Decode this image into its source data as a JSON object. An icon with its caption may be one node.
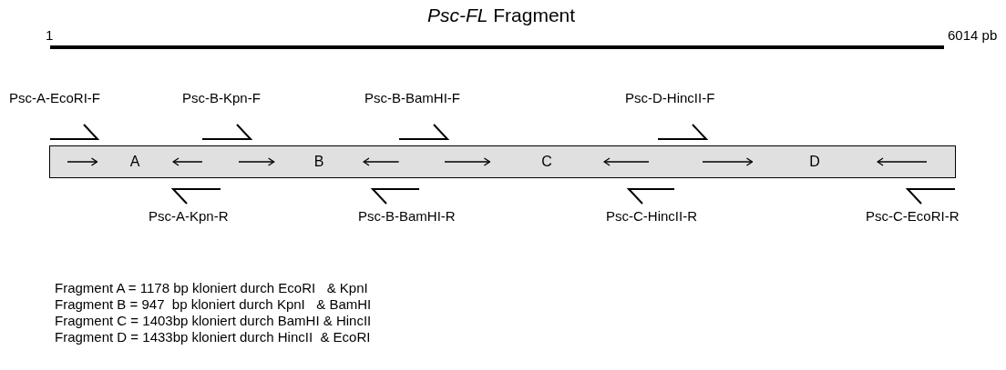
{
  "diagram": {
    "title": "*Psc-FL* Fragment",
    "nodes": [
      {
        "text": [
          "A"
        ]
      },
      {
        "text": [
          "B"
        ]
      },
      {
        "text": [
          "C"
        ]
      },
      {
        "text": [
          "D"
        ]
      }
    ],
    "labels": [
      "1",
      "6014 pb",
      "Psc-A-EcoRI-F",
      "Psc-B-Kpn-F",
      "Psc-B-BamHI-F",
      "Psc-D-HincII-F",
      "Psc-A-Kpn-R",
      "Psc-B-BamHI-R",
      "Psc-C-HincII-R",
      "Psc-C-EcoRI-R",
      "Fragment A = 1178 bp kloniert durch EcoRI   & KpnI",
      "Fragment B = 947  bp kloniert durch KpnI   & BamHI",
      "Fragment C = 1403bp kloniert durch BamHI & HincII",
      "Fragment D = 1433bp kloniert durch HincII  & EcoRI"
    ]
  }
}
